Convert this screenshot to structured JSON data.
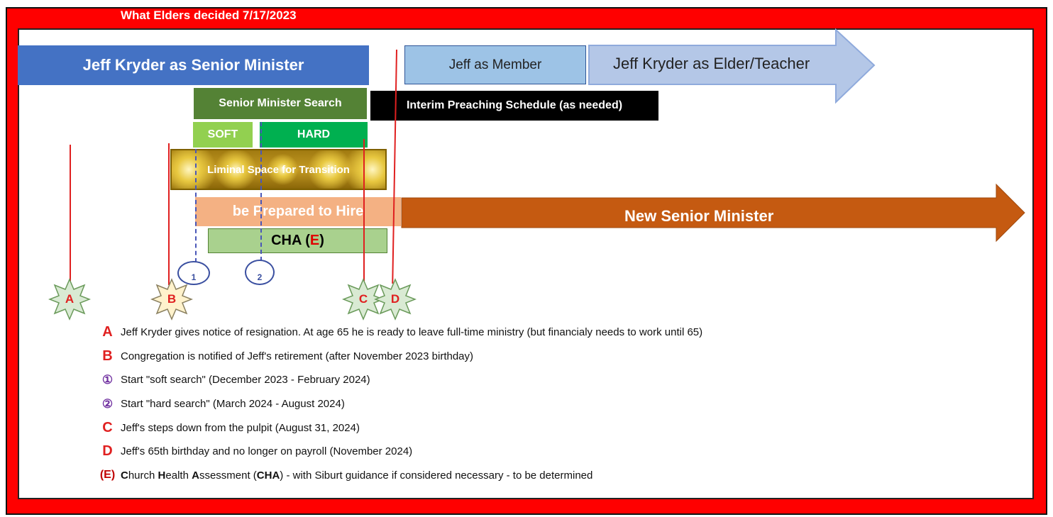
{
  "frame": {
    "title": "What Elders decided 7/17/2023"
  },
  "bars": {
    "senior_minister": "Jeff Kryder as Senior Minister",
    "member": "Jeff  as Member",
    "elder_teacher": "Jeff Kryder as Elder/Teacher",
    "search": "Senior Minister Search",
    "interim": "Interim Preaching Schedule (as needed)",
    "soft": "SOFT",
    "hard": "HARD",
    "liminal": "Liminal Space for Transition",
    "prepare": "be Prepared to Hire",
    "new_minister": "New Senior Minister",
    "cha_prefix": "CHA (",
    "cha_letter": "E",
    "cha_suffix": ")"
  },
  "markers": {
    "A": "A",
    "B": "B",
    "C": "C",
    "D": "D",
    "one": "1",
    "two": "2"
  },
  "legend": [
    {
      "key": "A",
      "text": "Jeff Kryder gives notice of resignation. At age 65 he is ready to leave full-time ministry (but financialy needs to work until 65)"
    },
    {
      "key": "B",
      "text": "Congregation is notified of Jeff's retirement (after November 2023 birthday)"
    },
    {
      "key": "①",
      "text": "Start \"soft search\" (December 2023 - February 2024)"
    },
    {
      "key": "②",
      "text": "Start \"hard search\" (March 2024 - August 2024)"
    },
    {
      "key": "C",
      "text": "Jeff's steps down from the pulpit (August 31, 2024)"
    },
    {
      "key": "D",
      "text": "Jeff's 65th birthday and no longer on payroll (November 2024)"
    },
    {
      "key": "(E)",
      "text_parts": [
        "C",
        "hurch ",
        "H",
        "ealth ",
        "A",
        "ssessment (",
        "CHA",
        ") - with Siburt guidance if considered necessary - to be determined"
      ]
    }
  ],
  "colors": {
    "frame": "#ff0000",
    "senior_minister": "#4472c4",
    "search": "#548235",
    "soft": "#92d050",
    "hard": "#00b050",
    "prepare": "#f4b183",
    "new_minister_arrow": "#c55a11",
    "elder_arrow": "#b4c7e7",
    "marker_star": "#d9ead3",
    "marker_letter": "#e02020"
  }
}
